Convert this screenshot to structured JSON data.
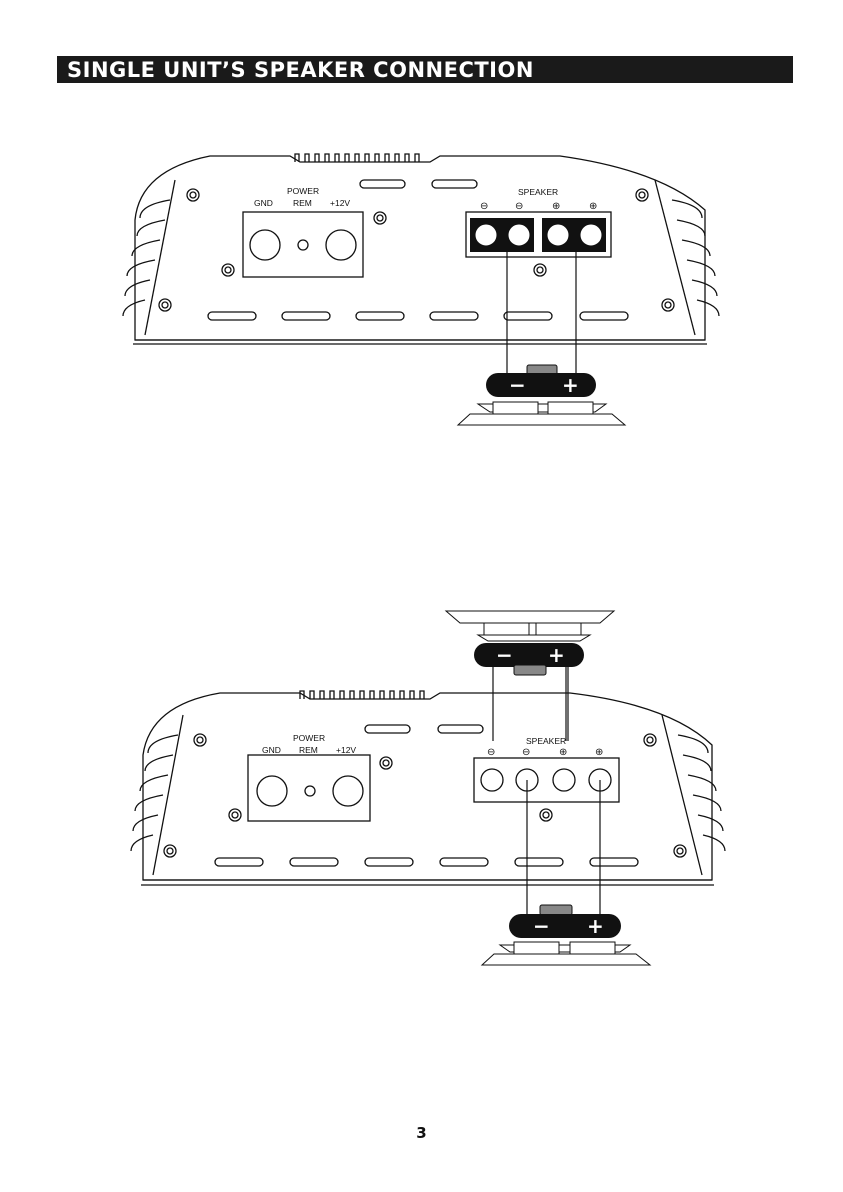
{
  "header": {
    "title": "SINGLE UNIT’S SPEAKER CONNECTION"
  },
  "diagram1": {
    "power_label": "POWER",
    "gnd_label": "GND",
    "rem_label": "REM",
    "v12_label": "+12V",
    "speaker_label": "SPEAKER",
    "terminal_polarities": [
      "⊖",
      "⊖",
      "⊕",
      "⊕"
    ],
    "speaker_minus": "−",
    "speaker_plus": "+"
  },
  "diagram2": {
    "power_label": "POWER",
    "gnd_label": "GND",
    "rem_label": "REM",
    "v12_label": "+12V",
    "speaker_label": "SPEAKER",
    "terminal_polarities": [
      "⊖",
      "⊖",
      "⊕",
      "⊕"
    ],
    "top_speaker_minus": "−",
    "top_speaker_plus": "+",
    "bottom_speaker_minus": "−",
    "bottom_speaker_plus": "+"
  },
  "footer": {
    "page_number": "3"
  },
  "colors": {
    "title_bar": "#1a1a1a",
    "line": "#111111"
  }
}
